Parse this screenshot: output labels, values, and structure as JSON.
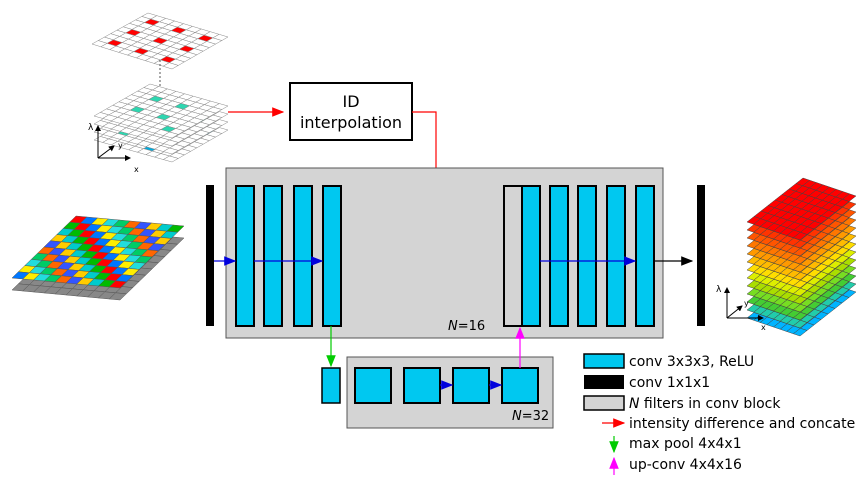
{
  "interp_box": {
    "line1": "ID",
    "line2": "interpolation"
  },
  "encoder": {
    "n_label": "N",
    "n_value": "=16"
  },
  "bottleneck": {
    "n_label": "N",
    "n_value": "=32"
  },
  "axes_top": {
    "x": "x",
    "y": "y",
    "z": "λ"
  },
  "axes_right": {
    "x": "x",
    "y": "y",
    "z": "λ"
  },
  "legend": [
    {
      "text": "conv 3x3x3, ReLU",
      "kind": "cyan-box"
    },
    {
      "text": "conv 1x1x1",
      "kind": "black-box"
    },
    {
      "text": "N filters in conv block",
      "kind": "gray-box",
      "italic_prefix": "N"
    },
    {
      "text": "intensity difference and concate",
      "kind": "red-arrow"
    },
    {
      "text": "max pool 4x4x1",
      "kind": "green-arrow"
    },
    {
      "text": "up-conv 4x4x16",
      "kind": "magenta-arrow"
    }
  ],
  "colors": {
    "conv_block": "#00c8f0",
    "block_area": "#d4d4d4",
    "red": "#ff0000",
    "blue": "#0000dd",
    "green": "#00cc00",
    "magenta": "#ff00ff",
    "teal": "#2ed6b0"
  }
}
